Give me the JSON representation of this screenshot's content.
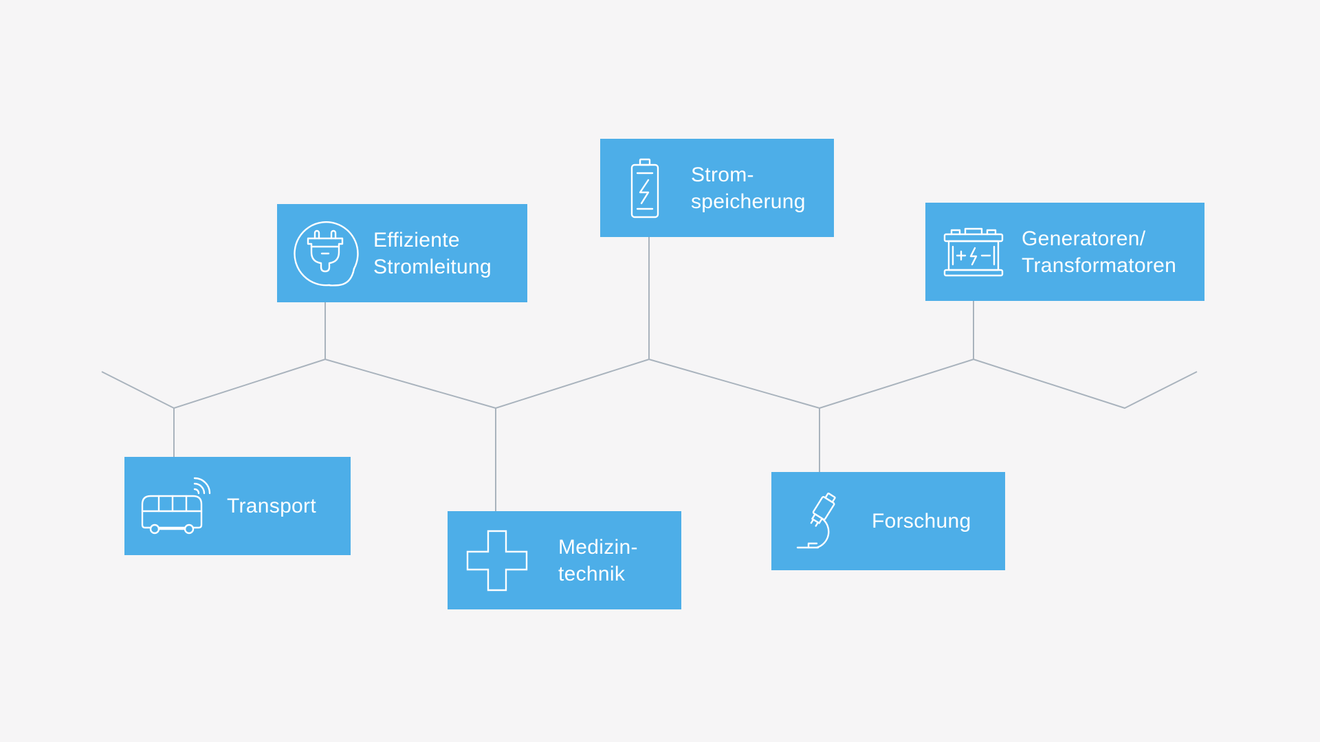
{
  "colors": {
    "background": "#f6f5f6",
    "box": "#4daee8",
    "text": "#ffffff",
    "connector": "#a9b3bd"
  },
  "nodes": [
    {
      "id": "stromleitung",
      "icon": "plug-icon",
      "lines": [
        "Effiziente",
        "Stromleitung"
      ]
    },
    {
      "id": "stromspeicherung",
      "icon": "battery-icon",
      "lines": [
        "Strom-",
        "speicherung"
      ]
    },
    {
      "id": "generatoren",
      "icon": "car-battery-icon",
      "lines": [
        "Generatoren/",
        "Transformatoren"
      ]
    },
    {
      "id": "transport",
      "icon": "bus-icon",
      "lines": [
        "Transport"
      ]
    },
    {
      "id": "medizintechnik",
      "icon": "medical-cross-icon",
      "lines": [
        "Medizin-",
        "technik"
      ]
    },
    {
      "id": "forschung",
      "icon": "microscope-icon",
      "lines": [
        "Forschung"
      ]
    }
  ]
}
